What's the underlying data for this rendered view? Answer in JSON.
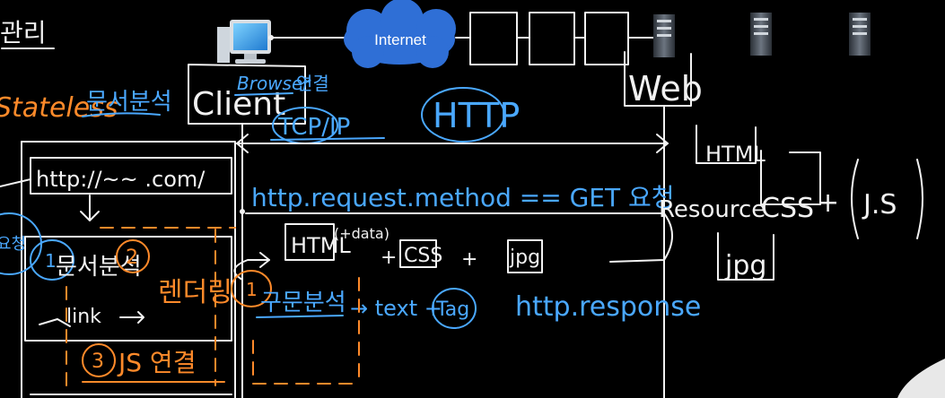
{
  "cloud": {
    "label": "Internet"
  },
  "client": {
    "label": "Client",
    "browser": "Browser",
    "connect": "연결"
  },
  "server": {
    "label": "Web"
  },
  "protocols": {
    "tcpip": "TCP/IP",
    "http": "HTTP"
  },
  "left": {
    "title_fragment": "관리",
    "stateless": "Stateless",
    "analysis_top": "문서분석",
    "address_bar": "http://~~ .com/",
    "analysis_box": "문서분석",
    "render": "렌더링",
    "link": "link",
    "js_run": "JS 연결",
    "step1": "1",
    "step2": "2",
    "step3": "3",
    "side_circle": "요청"
  },
  "messages": {
    "request": "http.request.method == GET 요청",
    "resources_html": "HTML",
    "resources_data": "(+data)",
    "resources_plus1": "+",
    "resources_css": "CSS",
    "resources_plus2": "+",
    "resources_jpg": "jpg",
    "parse": "구문분석",
    "parse_arrow": "→ text +",
    "tag": "Tag",
    "response": "http.response"
  },
  "resource": {
    "label": "Resource",
    "html": "HTML",
    "css": "CSS",
    "plus": "+",
    "js": "J.S",
    "jpg": "jpg"
  },
  "colors": {
    "chalk": "#f2f2f2",
    "orange": "#ff8a2a",
    "blue": "#4aa8ff",
    "cloud": "#2f6fd6"
  },
  "icons": [
    "computer-monitor-icon",
    "server-tower-icon"
  ]
}
